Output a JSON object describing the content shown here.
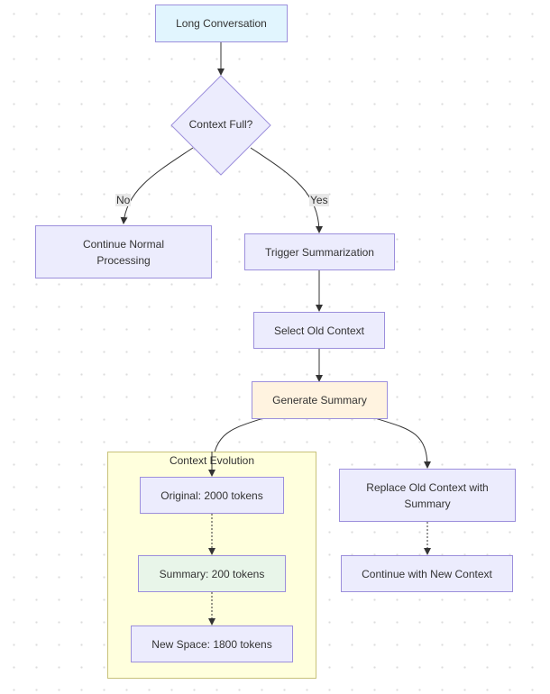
{
  "nodes": {
    "long_conversation": "Long Conversation",
    "context_full": "Context Full?",
    "continue_normal": "Continue Normal Processing",
    "trigger_summarization": "Trigger Summarization",
    "select_old_context": "Select Old Context",
    "generate_summary": "Generate Summary",
    "replace_old_context": "Replace Old Context with Summary",
    "continue_new_context": "Continue with New Context",
    "original_tokens": "Original: 2000 tokens",
    "summary_tokens": "Summary: 200 tokens",
    "new_space_tokens": "New Space: 1800 tokens"
  },
  "subgraph": {
    "context_evolution_title": "Context Evolution"
  },
  "edge_labels": {
    "no": "No",
    "yes": "Yes"
  },
  "colors": {
    "default_fill": "#ececfd",
    "default_stroke": "#9c8fdc",
    "start_fill": "#e1f5fe",
    "summary_fill": "#fff3e0",
    "summary_tokens_fill": "#e8f5e9",
    "subgraph_fill": "#ffffdd",
    "subgraph_stroke": "#c8c27a",
    "edge": "#333333"
  }
}
